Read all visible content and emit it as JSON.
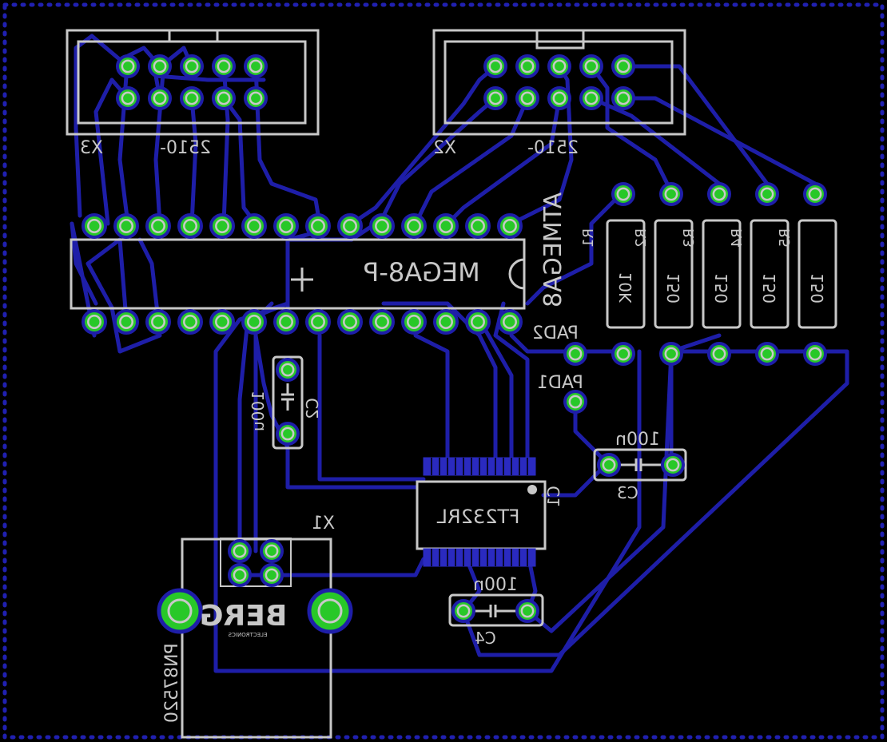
{
  "colors": {
    "background": "#000000",
    "trace": "#1e1ea8",
    "pad": "#28c828",
    "silkscreen": "#c8c8c8",
    "border_dots": "#2020b0"
  },
  "board": {
    "components": {
      "x3": {
        "ref": "X3",
        "value": "2510-"
      },
      "x2": {
        "ref": "X2",
        "value": "2510-"
      },
      "mcu": {
        "value": "MEGA8-P",
        "name": "ATMEGA8"
      },
      "r1": {
        "ref": "R1",
        "value": "10K"
      },
      "r2": {
        "ref": "R2",
        "value": "150"
      },
      "r3": {
        "ref": "R3",
        "value": "150"
      },
      "r4": {
        "ref": "R4",
        "value": "150"
      },
      "r5": {
        "ref": "R5",
        "value": "150"
      },
      "pad2": {
        "ref": "PAD2"
      },
      "pad1": {
        "ref": "PAD1"
      },
      "c2": {
        "ref": "C2",
        "value": "100u"
      },
      "c3": {
        "ref": "C3",
        "value": "100n"
      },
      "c1": {
        "ref": "C1"
      },
      "ft": {
        "value": "FT232RL"
      },
      "c4": {
        "ref": "C4",
        "value": "100n"
      },
      "x1": {
        "ref": "X1",
        "value": "PN87520",
        "logo": "BERG",
        "logo_sub": "ELECTRONICS"
      }
    }
  }
}
